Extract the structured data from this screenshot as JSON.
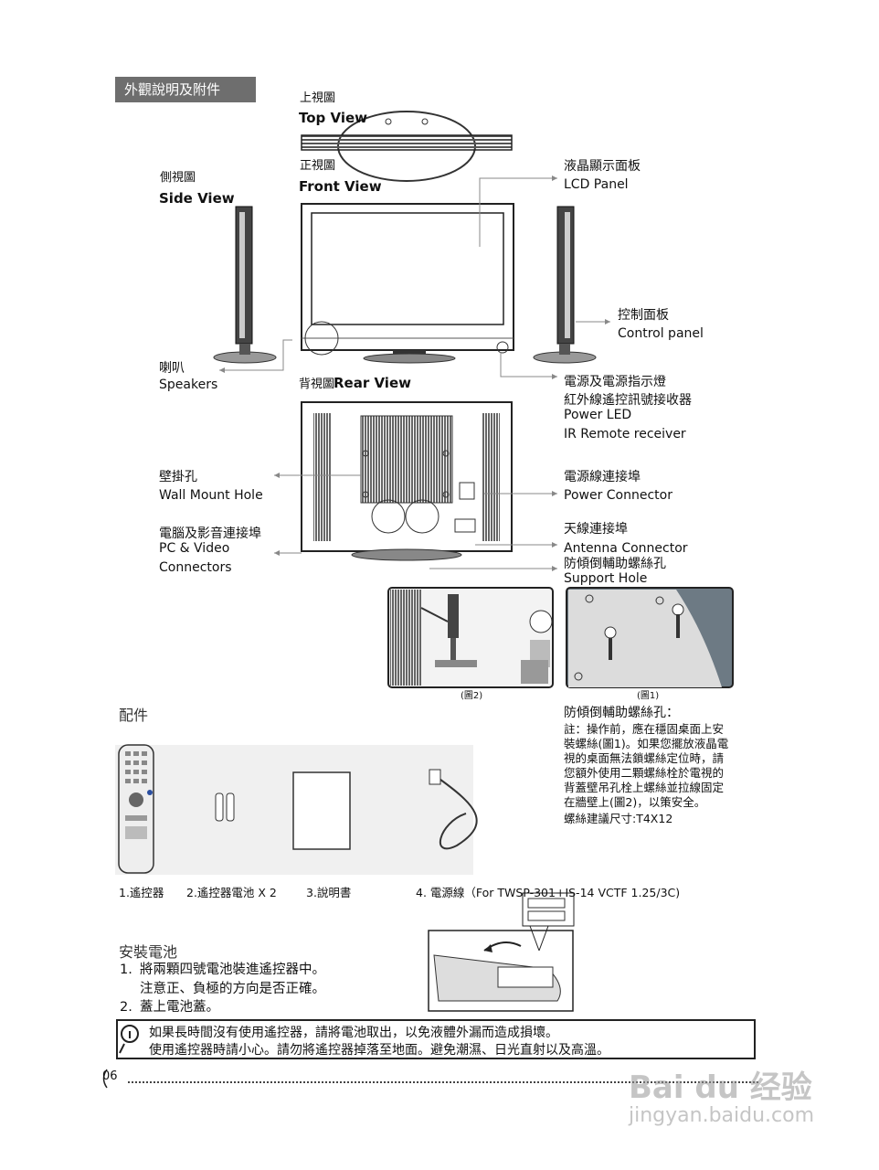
{
  "section": {
    "title": "外觀說明及附件"
  },
  "views": {
    "top_zh": "上視圖",
    "top_en": "Top View",
    "front_zh": "正視圖",
    "front_en": "Front View",
    "side_zh": "側視圖",
    "side_en": "Side View",
    "rear_zh": "背視圖",
    "rear_en": "Rear View"
  },
  "labels": {
    "lcd_zh": "液晶顯示面板",
    "lcd_en": "LCD Panel",
    "control_zh": "控制面板",
    "control_en": "Control panel",
    "speakers_zh": "喇叭",
    "speakers_en": "Speakers",
    "power_zh1": "電源及電源指示燈",
    "power_zh2": "紅外線遙控訊號接收器",
    "power_en1": "Power LED",
    "power_en2": "IR Remote receiver",
    "wall_zh": "壁掛孔",
    "wall_en": "Wall Mount Hole",
    "powercon_zh": "電源線連接埠",
    "powercon_en": "Power Connector",
    "pc_zh": "電腦及影音連接埠",
    "pc_en1": "PC & Video",
    "pc_en2": "Connectors",
    "antenna_zh": "天線連接埠",
    "antenna_en": "Antenna Connector",
    "support_zh": "防傾倒輔助螺絲孔",
    "support_en": "Support Hole"
  },
  "figures": {
    "fig2": "(圖2)",
    "fig1": "(圖1)"
  },
  "accessories": {
    "heading": "配件",
    "items": [
      "1.遙控器",
      "2.遙控器電池  X 2",
      "3.說明書",
      "4. 電源線（For TWSP-301+IS-14 VCTF 1.25/3C)"
    ]
  },
  "anti_tip": {
    "heading": "防傾倒輔助螺絲孔：",
    "lines": [
      "註：操作前，應在穩固桌面上安",
      "裝螺絲(圖1)。如果您擺放液晶電",
      "視的桌面無法鎖螺絲定位時，請",
      "您額外使用二顆螺絲栓於電視的",
      "背蓋壁吊孔栓上螺絲並拉線固定",
      "在牆壁上(圖2)，以策安全。"
    ],
    "screw_size": "螺絲建議尺寸:T4X12"
  },
  "install": {
    "heading": "安裝電池",
    "step1_num": "1.",
    "step1_a": "將兩顆四號電池裝進遙控器中。",
    "step1_b": "注意正、負極的方向是否正確。",
    "step2_num": "2.",
    "step2": "蓋上電池蓋。"
  },
  "warning": {
    "line1": "如果長時間沒有使用遙控器，請將電池取出，以免液體外漏而造成損壞。",
    "line2": "使用遙控器時請小心。請勿將遙控器掉落至地面。避免潮濕、日光直射以及高溫。"
  },
  "page": {
    "number": "06"
  },
  "watermark": {
    "brand": "Bai du 经验",
    "url": "jingyan.baidu.com"
  }
}
